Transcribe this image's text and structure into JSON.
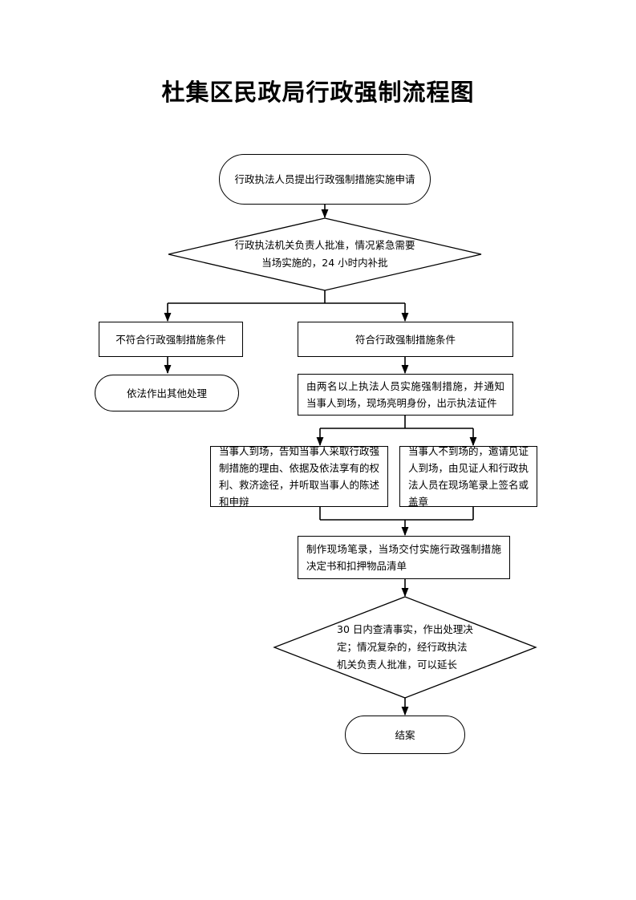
{
  "title": "杜集区民政局行政强制流程图",
  "flowchart": {
    "start": "行政执法人员提出行政强制措施实施申请",
    "decision1": "行政执法机关负责人批准，情况紧急需要当场实施的，24 小时内补批",
    "not_met": "不符合行政强制措施条件",
    "other": "依法作出其他处理",
    "met": "符合行政强制措施条件",
    "step_implement": "由两名以上执法人员实施强制措施，并通知当事人到场，现场亮明身份，出示执法证件",
    "party_present": "当事人到场，告知当事人采取行政强制措施的理由、依据及依法享有的权利、救济途径，并听取当事人的陈述和申辩",
    "party_absent": "当事人不到场的，邀请见证人到场，由见证人和行政执法人员在现场笔录上签名或盖章",
    "record": "制作现场笔录，当场交付实施行政强制措施决定书和扣押物品清单",
    "decision2": "30 日内查清事实，作出处理决定；情况复杂的，经行政执法机关负责人批准，可以延长",
    "end": "结案"
  }
}
